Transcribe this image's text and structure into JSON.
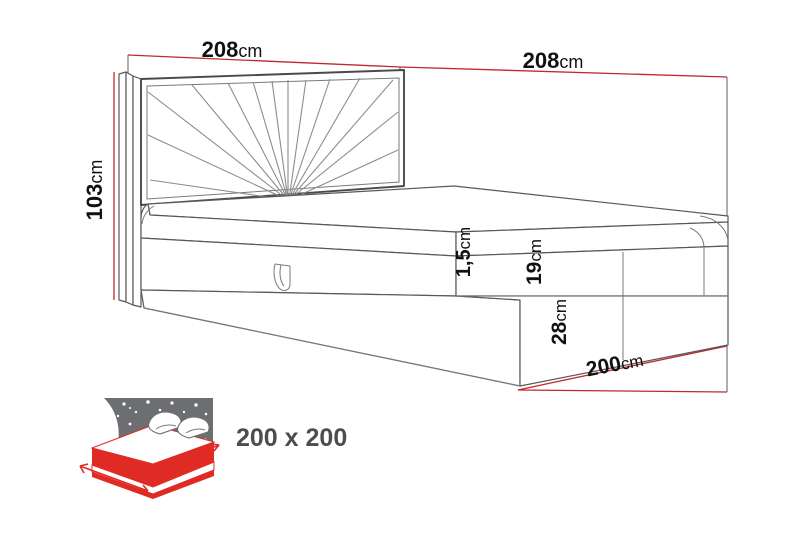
{
  "drawing": {
    "title": "Bed technical dimension drawing",
    "product_type": "upholstered-bed-with-headboard",
    "background_color": "#ffffff",
    "line_color": "#58585a",
    "dimension_color": "#c0282d",
    "text_color": "#111111"
  },
  "dimensions": {
    "headboard_width": {
      "value": "208",
      "unit": "cm",
      "position": "top-left"
    },
    "total_depth": {
      "value": "208",
      "unit": "cm",
      "position": "top-right"
    },
    "headboard_height": {
      "value": "103",
      "unit": "cm",
      "position": "left"
    },
    "mattress_topper": {
      "value": "1,5",
      "unit": "cm",
      "position": "right-upper"
    },
    "mattress_height": {
      "value": "19",
      "unit": "cm",
      "position": "right-middle"
    },
    "base_height": {
      "value": "28",
      "unit": "cm",
      "position": "right-lower"
    },
    "bed_length": {
      "value": "200",
      "unit": "cm",
      "position": "bottom-right"
    }
  },
  "size_icon": {
    "label": "200 x 200",
    "icon_name": "bed-size-icon",
    "colors": {
      "panel": "#6d6e71",
      "mattress": "#e02b25",
      "sheet": "#ffffff",
      "arrow": "#e02b25"
    }
  }
}
